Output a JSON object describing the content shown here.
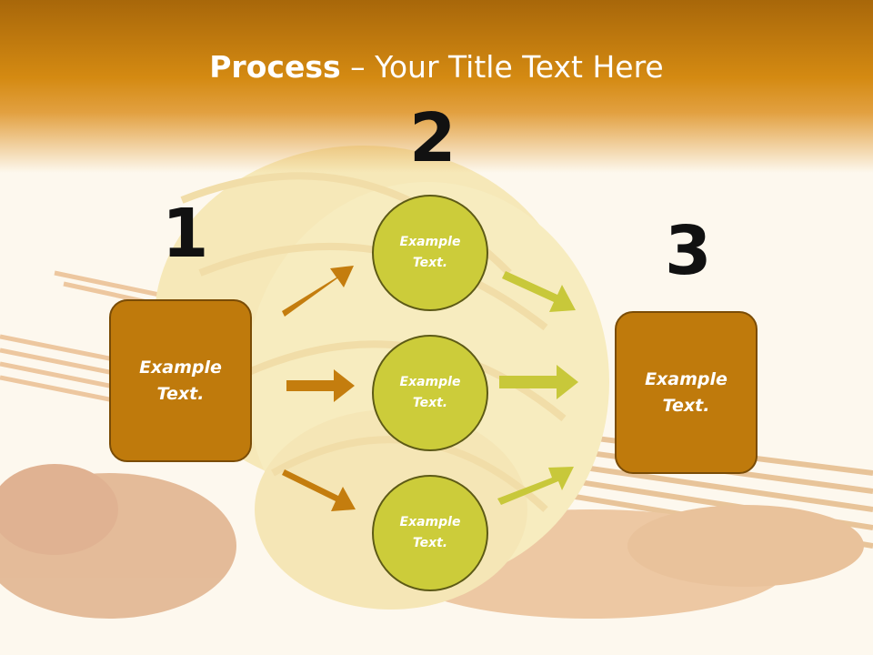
{
  "title": {
    "bold": "Process",
    "rest": " – Your Title Text Here"
  },
  "steps": [
    {
      "number": "1",
      "label": "Example\nText."
    },
    {
      "number": "2",
      "circles": [
        {
          "label": "Example\nText."
        },
        {
          "label": "Example\nText."
        },
        {
          "label": "Example\nText."
        }
      ]
    },
    {
      "number": "3",
      "label": "Example\nText."
    }
  ],
  "colors": {
    "header": "#d48a12",
    "box": "#bf7a0c",
    "circle": "#cccc3a",
    "arrow_left": "#c47d0e",
    "arrow_right": "#c8c83a"
  }
}
